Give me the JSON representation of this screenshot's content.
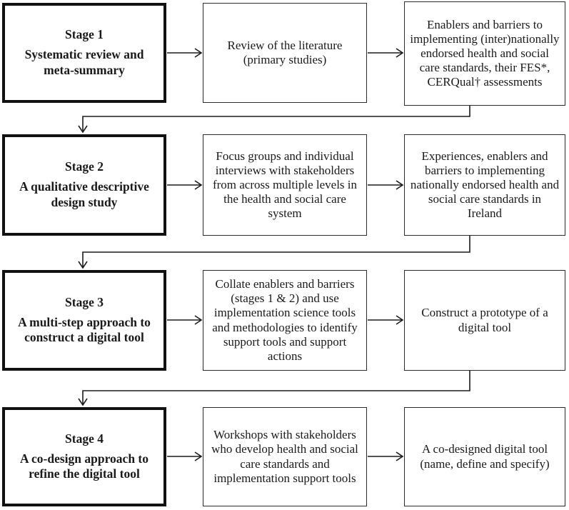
{
  "colors": {
    "background": "#ffffff",
    "line": "#1c1c1c",
    "stage_border": "#111111",
    "plain_border": "#2b2b2b",
    "text": "#1a1a1a"
  },
  "rows": [
    {
      "stage_title": "Stage 1",
      "stage_subtitle": "Systematic review and meta-summary",
      "method": "Review of the literature (primary studies)",
      "output": "Enablers and barriers to implementing (inter)nationally endorsed health and social care standards, their FES*, CERQual† assessments"
    },
    {
      "stage_title": "Stage 2",
      "stage_subtitle": "A qualitative descriptive design study",
      "method": "Focus groups and individual interviews with stakeholders from across multiple levels in the health and social care system",
      "output": "Experiences, enablers and barriers to implementing nationally endorsed health and social care standards in Ireland"
    },
    {
      "stage_title": "Stage 3",
      "stage_subtitle": "A multi-step approach to construct a digital tool",
      "method": "Collate enablers and barriers (stages 1 & 2) and use implementation science tools and methodologies to identify support tools and support actions",
      "output": "Construct a prototype of a digital tool"
    },
    {
      "stage_title": "Stage 4",
      "stage_subtitle": "A co-design approach to refine the digital tool",
      "method": "Workshops with stakeholders who develop health and social care standards and implementation support tools",
      "output": "A co-designed digital tool (name, define and specify)"
    }
  ]
}
